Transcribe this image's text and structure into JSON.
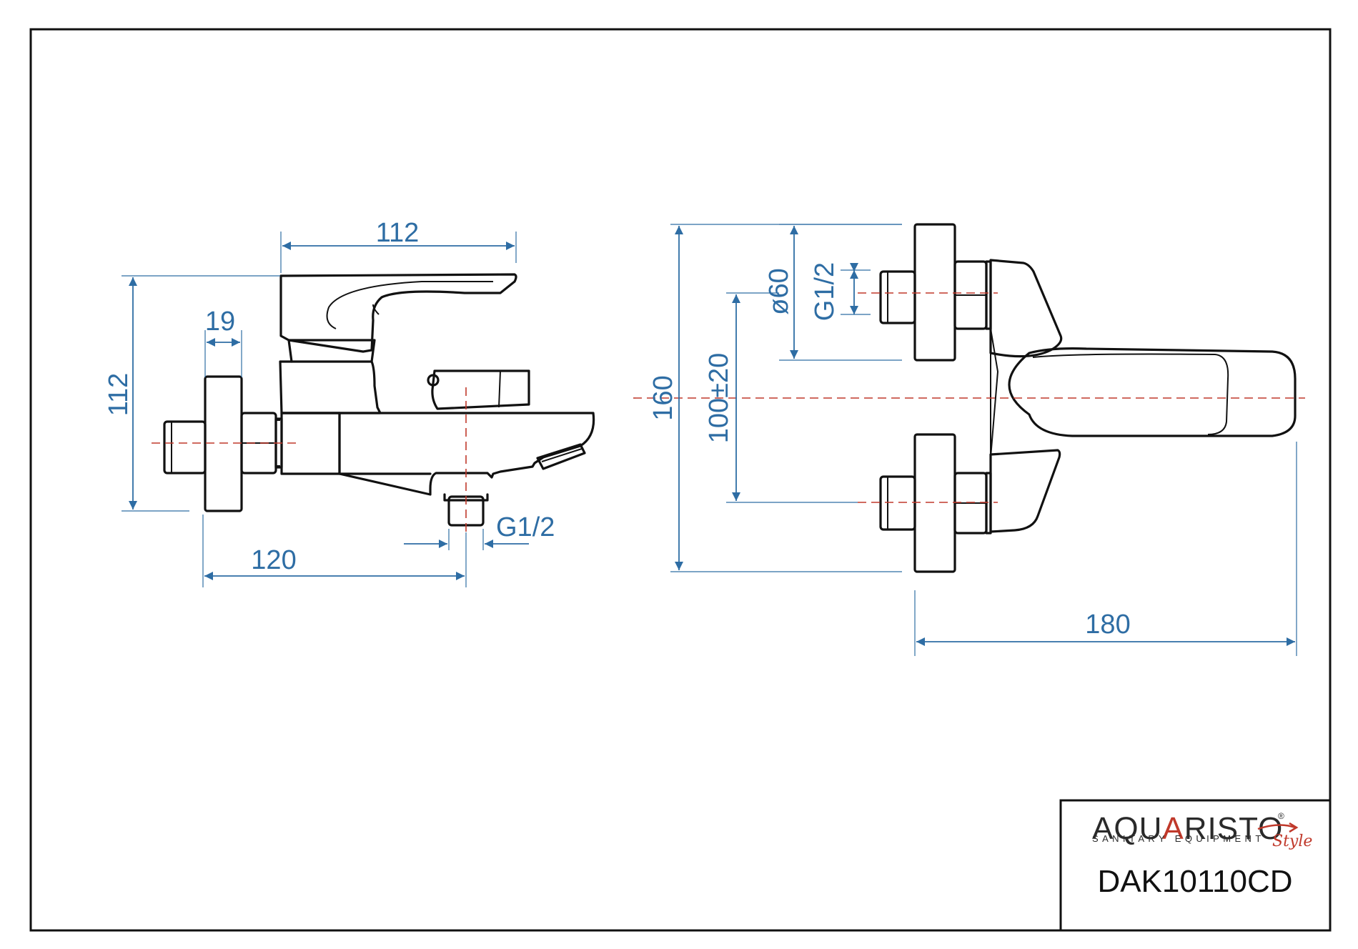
{
  "dimensions": {
    "side_top_width": "112",
    "side_height": "112",
    "side_flange": "19",
    "side_depth": "120",
    "side_thread": "G1/2",
    "front_height": "160",
    "front_spacing": "100±20",
    "front_flange_dia": "ø60",
    "front_thread": "G1/2",
    "front_length": "180"
  },
  "title_block": {
    "brand": "AQUARISTO",
    "brand_accent_letter": "A",
    "tagline": "SANITARY EQUIPMENT",
    "script": "Style",
    "registered_mark": "®",
    "product_code": "DAK10110CD"
  },
  "colors": {
    "dimension": "#2e6da4",
    "centerline": "#c0392b",
    "outline": "#111111"
  }
}
